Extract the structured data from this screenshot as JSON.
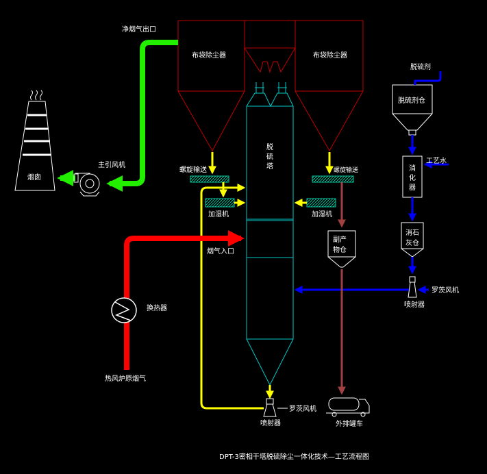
{
  "colors": {
    "background": "#000000",
    "bag_filter_outline": "#c00000",
    "tower_outline": "#00c8c8",
    "clean_gas_line": "#22ee00",
    "hot_gas_line": "#ff0000",
    "material_line": "#ffff00",
    "sorbent_line": "#0000ff",
    "byproduct_line": "#a04040",
    "equipment_outline": "#ffffff",
    "screw_conveyor": "#00c8a0"
  },
  "labels": {
    "clean_gas_outlet": "净烟气出口",
    "bag_filter_left": "布袋除尘器",
    "bag_filter_right": "布袋除尘器",
    "desulfurizer_agent": "脱硫剂",
    "desulfurizer_bin": "脱硫剂仓",
    "process_water": "工艺水",
    "slaker": [
      "消",
      "化",
      "器"
    ],
    "lime_bin": [
      "消石",
      "灰仓"
    ],
    "roots_blower_right": "罗茨风机",
    "ejector_right": "喷射器",
    "chimney": "烟囱",
    "main_fan": "主引风机",
    "screw_conveyor_left": "螺旋输送",
    "screw_conveyor_right": "螺旋输送",
    "humidifier_left": "加湿机",
    "humidifier_right": "加湿机",
    "tower": [
      "脱",
      "硫",
      "塔"
    ],
    "byproduct_bin": [
      "副产",
      "物仓"
    ],
    "flue_gas_inlet": "烟气入口",
    "heat_exchanger": "换热器",
    "hot_stove_gas": "热风炉原烟气",
    "roots_blower_bottom": "罗茨风机",
    "ejector_bottom": "喷射器",
    "tank_truck": "外排罐车",
    "caption": "DPT-3密相干塔脱硫除尘一体化技术—工艺流程图"
  }
}
